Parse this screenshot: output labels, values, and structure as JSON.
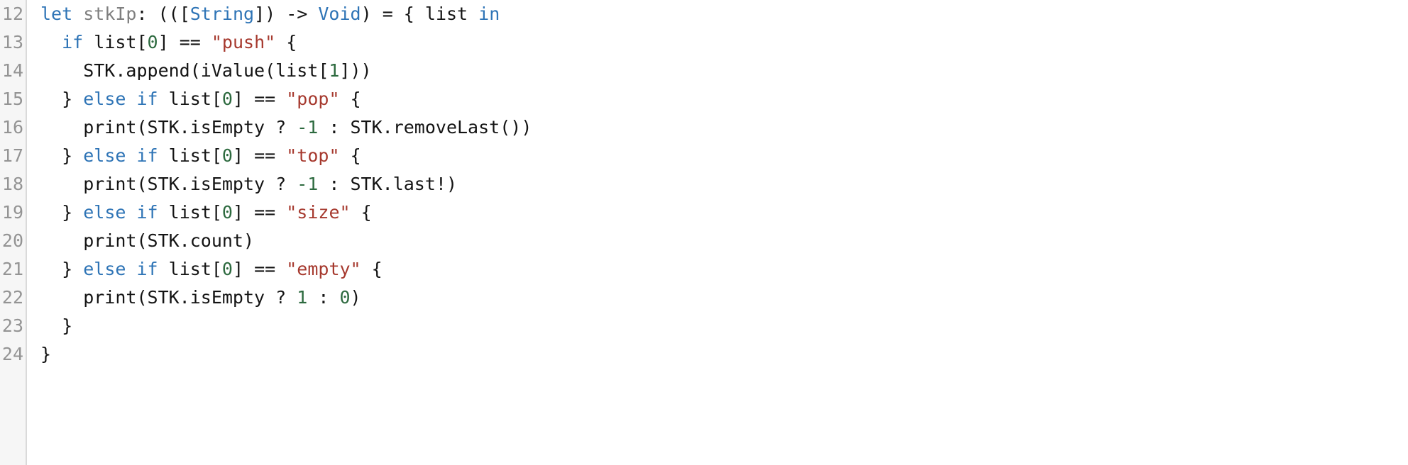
{
  "colors": {
    "background": "#ffffff",
    "gutter_background": "#f6f6f6",
    "gutter_border": "#dadada",
    "line_number": "#949494",
    "plain": "#141414",
    "keyword": "#2e74b6",
    "type": "#2e74b6",
    "variable": "#7f7f7f",
    "number": "#2d6a3f",
    "string": "#a6392e"
  },
  "editor": {
    "language": "swift",
    "first_line_number": 12,
    "last_line_number": 24,
    "lines": [
      {
        "num": "12",
        "segments": [
          [
            "k",
            "let"
          ],
          [
            "p",
            " "
          ],
          [
            "v",
            "stkIp"
          ],
          [
            "p",
            ": ((["
          ],
          [
            "t",
            "String"
          ],
          [
            "p",
            "]) -> "
          ],
          [
            "t",
            "Void"
          ],
          [
            "p",
            ") = { list "
          ],
          [
            "k",
            "in"
          ]
        ]
      },
      {
        "num": "13",
        "segments": [
          [
            "p",
            "  "
          ],
          [
            "k",
            "if"
          ],
          [
            "p",
            " list["
          ],
          [
            "n",
            "0"
          ],
          [
            "p",
            "] == "
          ],
          [
            "s",
            "\"push\""
          ],
          [
            "p",
            " {"
          ]
        ]
      },
      {
        "num": "14",
        "segments": [
          [
            "p",
            "    STK.append(iValue(list["
          ],
          [
            "n",
            "1"
          ],
          [
            "p",
            "]))"
          ]
        ]
      },
      {
        "num": "15",
        "segments": [
          [
            "p",
            "  } "
          ],
          [
            "k",
            "else"
          ],
          [
            "p",
            " "
          ],
          [
            "k",
            "if"
          ],
          [
            "p",
            " list["
          ],
          [
            "n",
            "0"
          ],
          [
            "p",
            "] == "
          ],
          [
            "s",
            "\"pop\""
          ],
          [
            "p",
            " {"
          ]
        ]
      },
      {
        "num": "16",
        "segments": [
          [
            "p",
            "    print(STK.isEmpty ? "
          ],
          [
            "n",
            "-1"
          ],
          [
            "p",
            " : STK.removeLast())"
          ]
        ]
      },
      {
        "num": "17",
        "segments": [
          [
            "p",
            "  } "
          ],
          [
            "k",
            "else"
          ],
          [
            "p",
            " "
          ],
          [
            "k",
            "if"
          ],
          [
            "p",
            " list["
          ],
          [
            "n",
            "0"
          ],
          [
            "p",
            "] == "
          ],
          [
            "s",
            "\"top\""
          ],
          [
            "p",
            " {"
          ]
        ]
      },
      {
        "num": "18",
        "segments": [
          [
            "p",
            "    print(STK.isEmpty ? "
          ],
          [
            "n",
            "-1"
          ],
          [
            "p",
            " : STK.last!)"
          ]
        ]
      },
      {
        "num": "19",
        "segments": [
          [
            "p",
            "  } "
          ],
          [
            "k",
            "else"
          ],
          [
            "p",
            " "
          ],
          [
            "k",
            "if"
          ],
          [
            "p",
            " list["
          ],
          [
            "n",
            "0"
          ],
          [
            "p",
            "] == "
          ],
          [
            "s",
            "\"size\""
          ],
          [
            "p",
            " {"
          ]
        ]
      },
      {
        "num": "20",
        "segments": [
          [
            "p",
            "    print(STK.count)"
          ]
        ]
      },
      {
        "num": "21",
        "segments": [
          [
            "p",
            "  } "
          ],
          [
            "k",
            "else"
          ],
          [
            "p",
            " "
          ],
          [
            "k",
            "if"
          ],
          [
            "p",
            " list["
          ],
          [
            "n",
            "0"
          ],
          [
            "p",
            "] == "
          ],
          [
            "s",
            "\"empty\""
          ],
          [
            "p",
            " {"
          ]
        ]
      },
      {
        "num": "22",
        "segments": [
          [
            "p",
            "    print(STK.isEmpty ? "
          ],
          [
            "n",
            "1"
          ],
          [
            "p",
            " : "
          ],
          [
            "n",
            "0"
          ],
          [
            "p",
            ")"
          ]
        ]
      },
      {
        "num": "23",
        "segments": [
          [
            "p",
            "  }"
          ]
        ]
      },
      {
        "num": "24",
        "segments": [
          [
            "p",
            "}"
          ]
        ]
      }
    ]
  }
}
